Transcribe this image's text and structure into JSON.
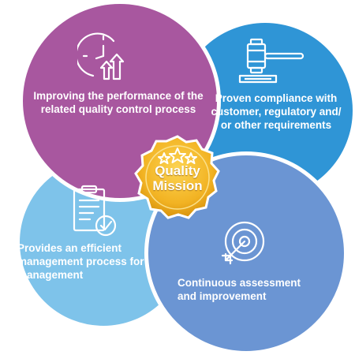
{
  "diagram": {
    "center": {
      "line1": "Quality",
      "line2": "Mission"
    },
    "sections": [
      {
        "id": "top-left",
        "icon": "clock-growth-icon",
        "color": "#a8579f",
        "text": "Improving the performance of the related quality control process"
      },
      {
        "id": "top-right",
        "icon": "gavel-icon",
        "color": "#2f95d6",
        "text": "Proven compliance with customer, regulatory and/ or other requirements"
      },
      {
        "id": "bottom-left",
        "icon": "clipboard-check-icon",
        "color": "#7ec3ea",
        "text": "Provides an efficient management process for management"
      },
      {
        "id": "bottom-right",
        "icon": "target-arrow-icon",
        "color": "#6b95d3",
        "text": "Continuous assessment and improvement"
      }
    ],
    "badge_colors": {
      "outer": "#f5b82a",
      "inner": "#e9a614",
      "border": "#ffffff"
    }
  }
}
